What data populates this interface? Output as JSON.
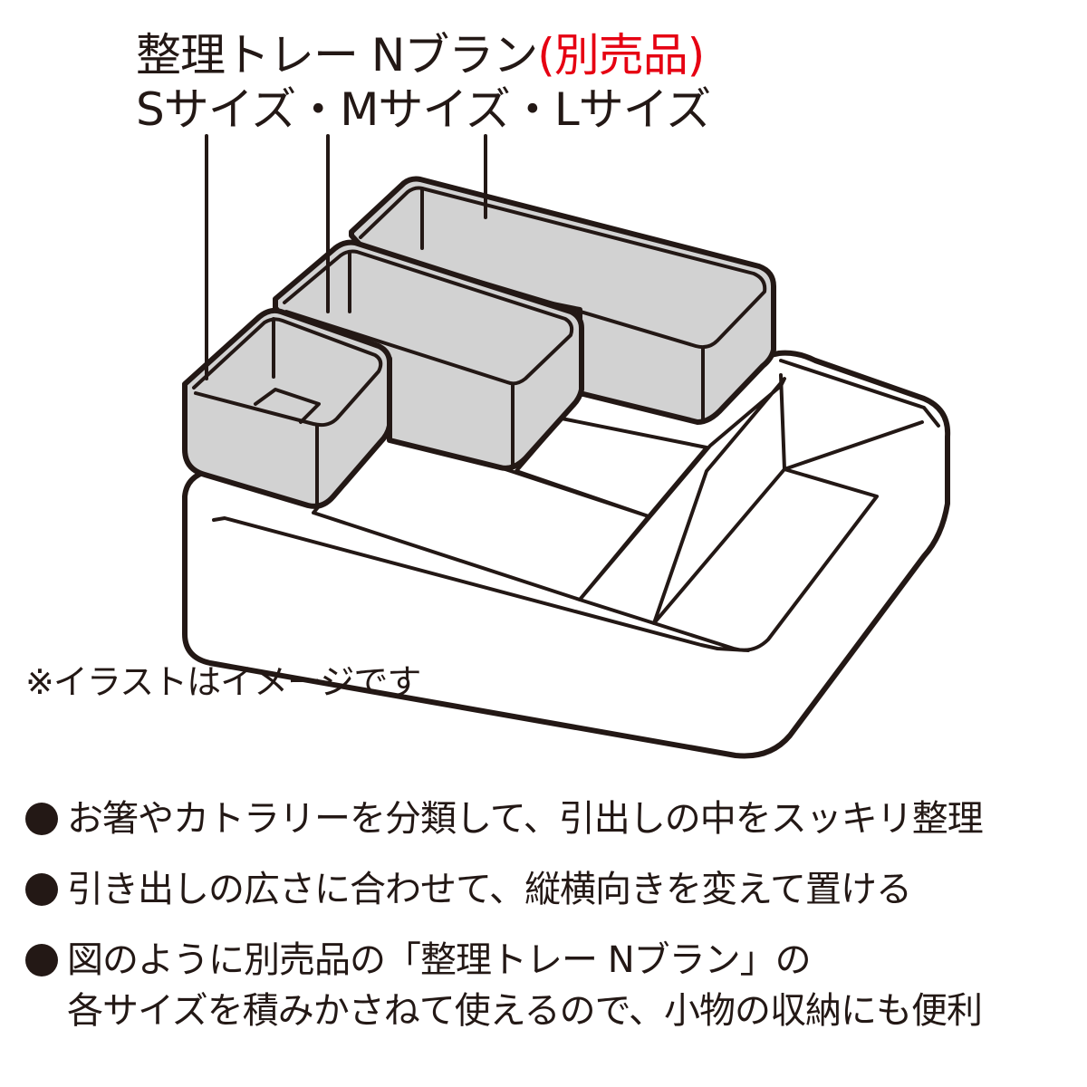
{
  "caption": {
    "line1_main": "整理トレー Nブラン",
    "line1_accent": "(別売品)",
    "line2": "Sサイズ・Mサイズ・Lサイズ"
  },
  "note": "※イラストはイメージです",
  "features": [
    {
      "lines": [
        "お箸やカトラリーを分類して、引出しの中をスッキリ整理"
      ]
    },
    {
      "lines": [
        "引き出しの広さに合わせて、縦横向きを変えて置ける"
      ]
    },
    {
      "lines": [
        "図のように別売品の「整理トレー Nブラン」の",
        "各サイズを積みかさねて使えるので、小物の収納にも便利"
      ]
    }
  ],
  "colors": {
    "ink": "#231815",
    "accent": "#e60012",
    "tray_fill": "#d2d2d2",
    "base_fill": "#ffffff"
  }
}
